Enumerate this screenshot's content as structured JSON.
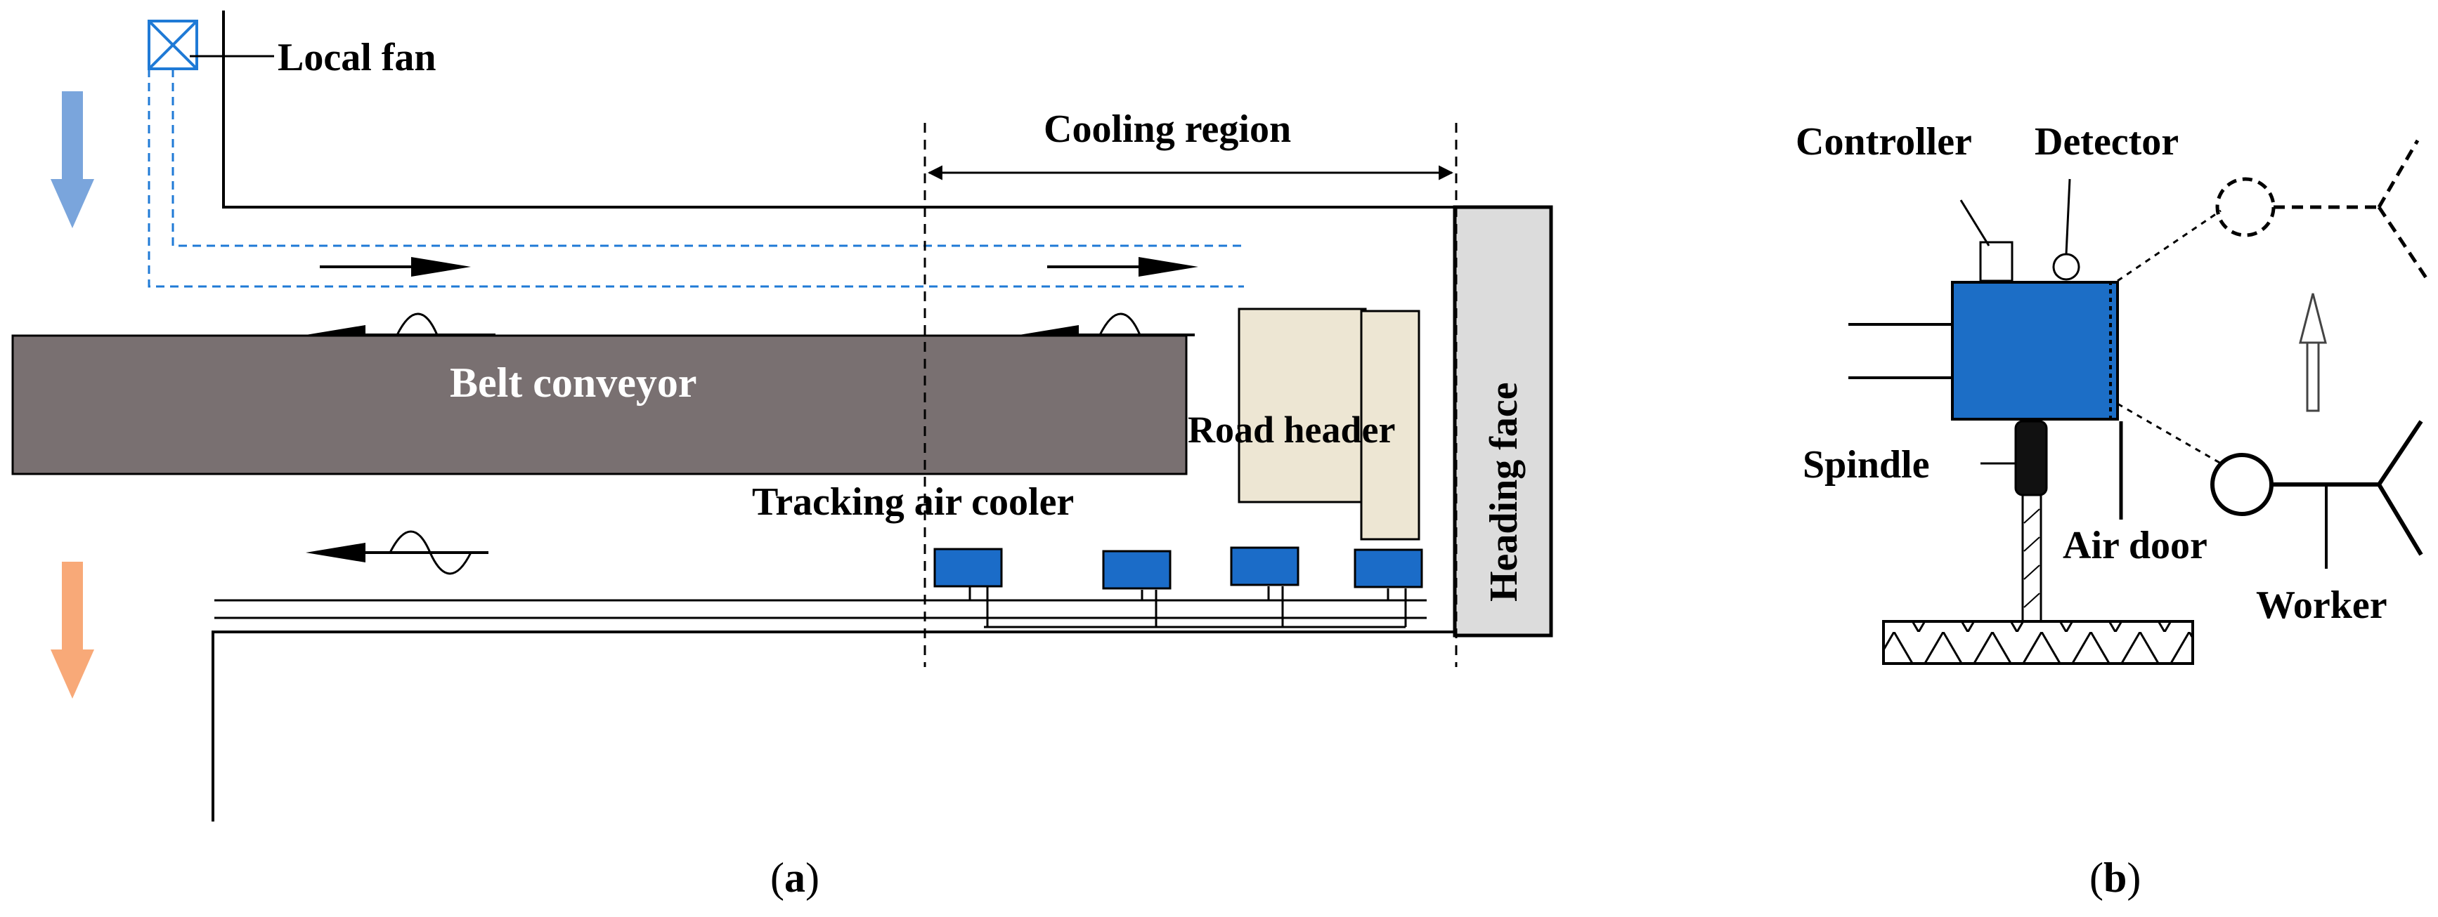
{
  "panel_a": {
    "local_fan": "Local fan",
    "cooling_region": "Cooling region",
    "belt_conveyor": "Belt conveyor",
    "road_header": "Road header",
    "heading_face": "Heading face",
    "tracking_air_cooler": "Tracking air cooler",
    "caption_open": "(",
    "caption_letter": "a",
    "caption_close": ")"
  },
  "panel_b": {
    "controller": "Controller",
    "detector": "Detector",
    "spindle": "Spindle",
    "air_door": "Air door",
    "worker": "Worker",
    "caption_open": "(",
    "caption_letter": "b",
    "caption_close": ")"
  },
  "colors": {
    "fresh_air_arrow": "#7aa5dc",
    "return_air_arrow": "#f8a978",
    "duct_dash": "#1f7ad6",
    "cooler_fill": "#1b6cc8",
    "conveyor_fill": "#797071",
    "road_header_fill": "#ede6d3",
    "heading_face_fill": "#dcdcdc",
    "controller_fill": "#1c6ec6"
  }
}
